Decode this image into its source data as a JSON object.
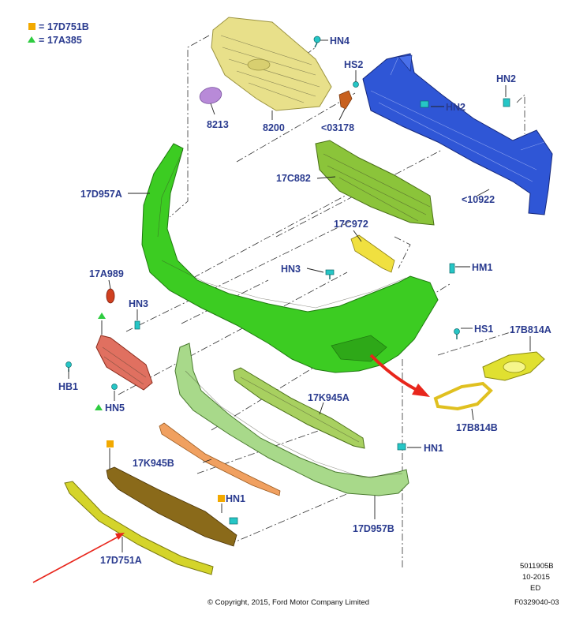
{
  "legend": {
    "square_code": "17D751B",
    "triangle_code": "17A385",
    "prefix": "="
  },
  "labels": {
    "hn4": "HN4",
    "hs2": "HS2",
    "hn2_top": "HN2",
    "hn2_mid": "HN2",
    "p8213": "8213",
    "p8200": "8200",
    "p03178": "<03178",
    "p17c882": "17C882",
    "p10922": "<10922",
    "p17d957a": "17D957A",
    "p17c972": "17C972",
    "hn3_upper": "HN3",
    "hm1": "HM1",
    "p17a989": "17A989",
    "hn3_lower": "HN3",
    "hs1": "HS1",
    "p17b814a": "17B814A",
    "hb1": "HB1",
    "hn5": "HN5",
    "p17k945a": "17K945A",
    "p17b814b": "17B814B",
    "hn1_right": "HN1",
    "p17k945b": "17K945B",
    "hn1_left": "HN1",
    "p17d957b": "17D957B",
    "p17d751a": "17D751A"
  },
  "footer": {
    "copyright": "© Copyright, 2015, Ford Motor Company Limited",
    "ref_line1": "5011905B",
    "ref_line2": "10-2015",
    "ref_line3": "ED",
    "ref_line4": "F0329040-03"
  },
  "colors": {
    "label_text": "#2a3b8f",
    "legend_square": "#f2a900",
    "legend_triangle": "#2ecc40",
    "bumper_cover": "#3ccc22",
    "grille": "#e8e08a",
    "reinforcement": "#2f56d6",
    "absorber": "#8bc43a",
    "lower_panel": "#a8d98a",
    "lip": "#d4d42a",
    "deflector": "#8a6a1a",
    "trim_strip": "#f0a060",
    "license_bracket": "#e07060",
    "bezel": "#e0e030",
    "emblem": "#b88ad8",
    "arrow": "#e8261c"
  },
  "icons": {
    "legend_square": "square-marker-icon",
    "legend_triangle": "triangle-marker-icon",
    "fastener": "clip-fastener-icon"
  }
}
